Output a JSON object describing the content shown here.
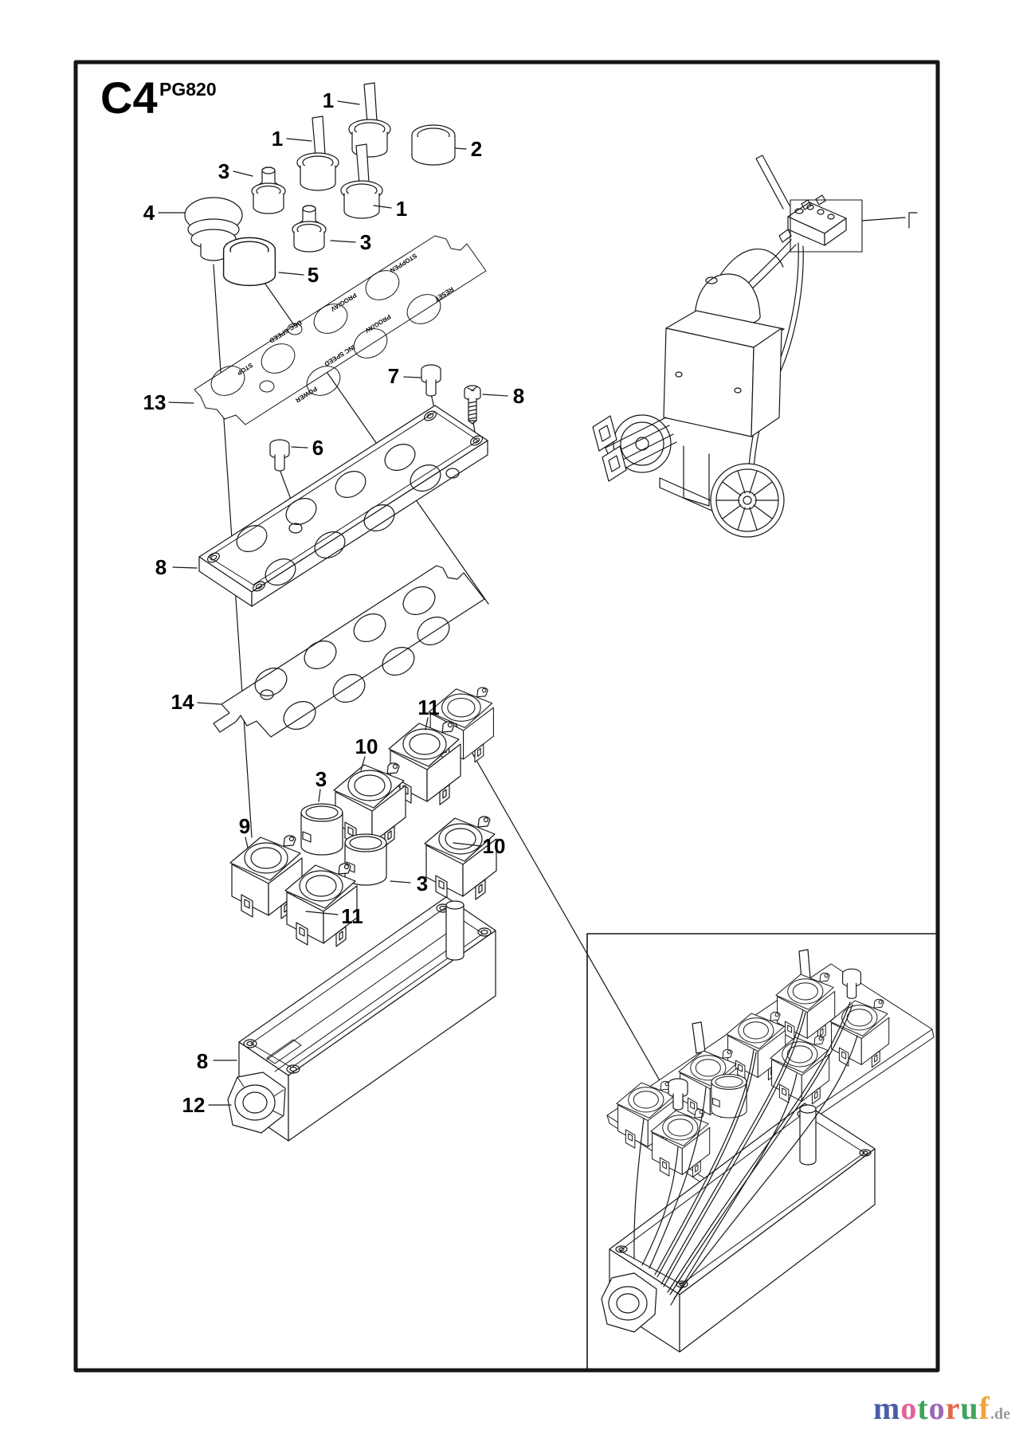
{
  "page": {
    "section_code": "C4",
    "model": "PG820"
  },
  "diagram": {
    "callouts": [
      "1",
      "1",
      "1",
      "2",
      "3",
      "3",
      "4",
      "5",
      "13",
      "7",
      "8",
      "6",
      "8",
      "14",
      "11",
      "10",
      "3",
      "9",
      "10",
      "3",
      "11",
      "8",
      "12"
    ],
    "membrane_labels": [
      "STOPPEN",
      "RESET",
      "PROG/AV",
      "PROG/AV",
      "DEC SPEED",
      "INC SPEED",
      "STOP",
      "POWER"
    ]
  },
  "watermark": {
    "letters": [
      {
        "ch": "m",
        "color": "#4a5da9"
      },
      {
        "ch": "o",
        "color": "#e5609c"
      },
      {
        "ch": "t",
        "color": "#3da257"
      },
      {
        "ch": "o",
        "color": "#9a67b7"
      },
      {
        "ch": "r",
        "color": "#e2684a"
      },
      {
        "ch": "u",
        "color": "#42a35c"
      },
      {
        "ch": "f",
        "color": "#f0a43c"
      }
    ],
    "suffix": {
      "text": ".de",
      "color": "#9b9b9b"
    }
  }
}
